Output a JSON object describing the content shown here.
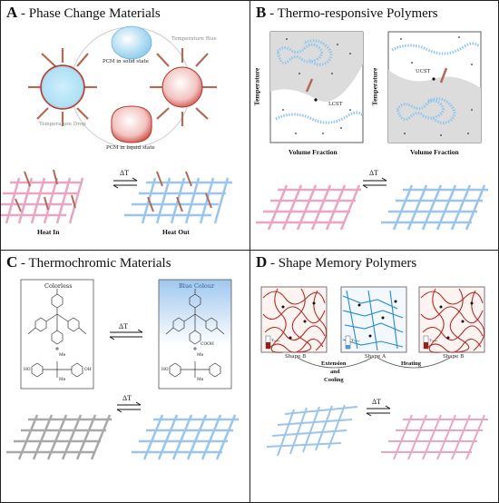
{
  "panels": {
    "a": {
      "letter": "A",
      "title": " - Phase Change Materials",
      "pcm_solid": "PCM in solid state",
      "pcm_liquid": "PCM in liquid state",
      "temp_rise": "Temperature Rise",
      "temp_drop": "Temperature Drop",
      "delta": "ΔT",
      "heat_in": "Heat In",
      "heat_out": "Heat Out"
    },
    "b": {
      "letter": "B",
      "title": " - Thermo-responsive Polymers",
      "lcst": "LCST",
      "ucst": "UCST",
      "y_label": "Temperature",
      "x_label": "Volume Fraction",
      "delta": "ΔT"
    },
    "c": {
      "letter": "C",
      "title": " - Thermochromic Materials",
      "colorless": "Colorless",
      "blue_colour": "Blue Colour",
      "delta": "ΔT",
      "cooh": "COOH",
      "me": "Me",
      "ho": "HO",
      "oh": "OH"
    },
    "d": {
      "letter": "D",
      "title": " - Shape Memory Polymers",
      "shape_b": "Shape B",
      "shape_a": "Shape A",
      "shape_b2": "Shape B",
      "extension": "Extension",
      "and": "and",
      "cooling": "Cooling",
      "heating": "Heating",
      "delta": "ΔT",
      "thermo": "Tₜᵣₐₙₛ"
    }
  },
  "colors": {
    "pink": "#e8a6c4",
    "blue": "#9dc4ea",
    "grey": "#a9a9a9",
    "polymer_red": "#b0302a",
    "polymer_blue": "#2a8ad0"
  }
}
